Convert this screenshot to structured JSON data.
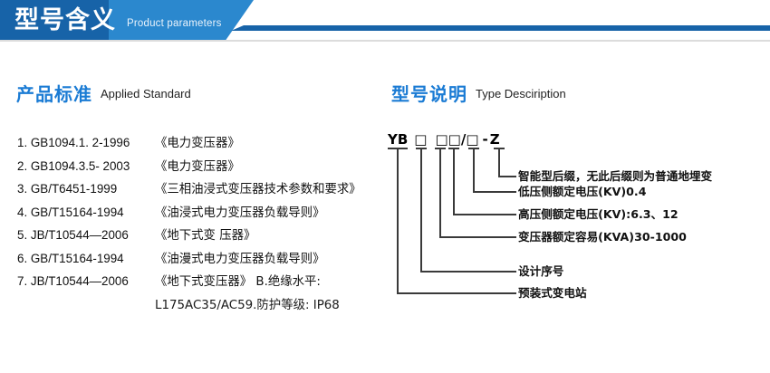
{
  "banner": {
    "title_cn": "型号含义",
    "title_en": "Product parameters",
    "color_dark": "#1763a8",
    "color_light": "#2b88ce"
  },
  "sections": {
    "left": {
      "heading_cn": "产品标准",
      "heading_en": "Applied Standard",
      "heading_color": "#1a7bd4",
      "standards": [
        {
          "code": "1. GB1094.1. 2-1996",
          "title": "《电力变压器》"
        },
        {
          "code": "2. GB1094.3.5- 2003",
          "title": "《电力变压器》"
        },
        {
          "code": "3. GB/T6451-1999",
          "title": "《三相油浸式变压器技术参数和要求》"
        },
        {
          "code": "4. GB/T15164-1994",
          "title": "《油浸式电力变压器负载导则》"
        },
        {
          "code": "5. JB/T10544—2006",
          "title": "《地下式变 压器》"
        },
        {
          "code": "6. GB/T15164-1994",
          "title": "《油漫式电力变压器负载导则》"
        },
        {
          "code": "7. JB/T10544—2006",
          "title": "《地下式变压器》 B.绝缘水平:"
        }
      ],
      "continuation": "L175AC35/AC59.防护等级: IP68"
    },
    "right": {
      "heading_cn": "型号说明",
      "heading_en": "Type Desciription",
      "heading_color": "#1a7bd4",
      "code_parts": [
        "YB",
        "□",
        "□□",
        "/",
        "□",
        "-",
        "Z"
      ],
      "code_string": "YB □ □□/□ - Z",
      "callouts": [
        {
          "id": "suffix",
          "text": "智能型后缀，无此后缀则为普通地埋变"
        },
        {
          "id": "lv-voltage",
          "text": "低压侧额定电压(KV)0.4"
        },
        {
          "id": "hv-voltage",
          "text": "高压侧额定电压(KV):6.3、12"
        },
        {
          "id": "capacity",
          "text": "变压器额定容易(KVA)30-1000"
        },
        {
          "id": "design-no",
          "text": "设计序号"
        },
        {
          "id": "station",
          "text": "预装式变电站"
        }
      ]
    }
  }
}
